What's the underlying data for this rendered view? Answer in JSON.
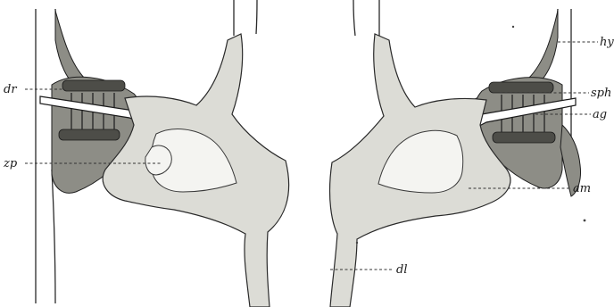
{
  "figure": {
    "labels": {
      "hy": "hy",
      "dr": "dr",
      "sph": "sph",
      "ag": "ag",
      "zp": "zp",
      "am": "am",
      "dl": "dl"
    }
  }
}
